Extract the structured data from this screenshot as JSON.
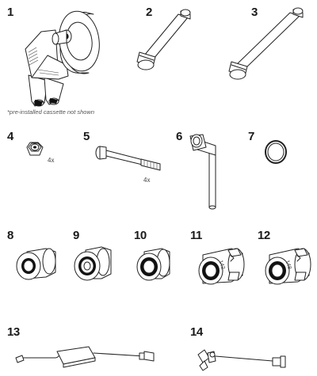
{
  "sheet": {
    "parts": [
      {
        "number": "1",
        "note": "*pre-installed cassette not shown"
      },
      {
        "number": "2"
      },
      {
        "number": "3"
      },
      {
        "number": "4",
        "quantity": "4x"
      },
      {
        "number": "5",
        "quantity": "4x"
      },
      {
        "number": "6"
      },
      {
        "number": "7"
      },
      {
        "number": "8"
      },
      {
        "number": "9"
      },
      {
        "number": "10"
      },
      {
        "number": "11",
        "marking": "142"
      },
      {
        "number": "12",
        "marking": "148"
      },
      {
        "number": "13"
      },
      {
        "number": "14"
      }
    ]
  }
}
